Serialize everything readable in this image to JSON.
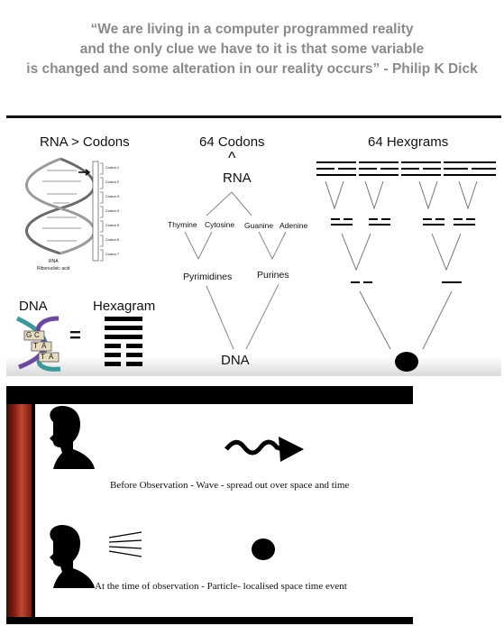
{
  "quote": {
    "line1": "“We are living in a computer programmed reality",
    "line2": "and the only clue we have to it is that some variable",
    "line3": "is changed and some alteration in our reality occurs” - Philip K Dick"
  },
  "panel1": {
    "rna_codons": "RNA > Codons",
    "codons64": "64 Codons",
    "hexgrams64": "64 Hexgrams",
    "arrow_up": "^",
    "rna": "RNA",
    "thymine": "Thymine",
    "cytosine": "Cytosine",
    "guanine": "Guanine",
    "adenine": "Adenine",
    "pyrimidines": "Pyrimidines",
    "purines": "Purines",
    "dna_bottom": "DNA",
    "dna_left": "DNA",
    "hexagram": "Hexagram",
    "equals": "=",
    "helix_caption1": "RNA",
    "helix_caption2": "Ribonucleic acid",
    "codon_labels": [
      "Codon 1",
      "Codon 2",
      "Codon 3",
      "Codon 4",
      "Codon 5",
      "Codon 6",
      "Codon 7"
    ],
    "dna_letters": [
      "G",
      "C",
      "T",
      "A",
      "T",
      "A"
    ]
  },
  "panel2": {
    "wave_caption": "Before Observation - Wave - spread out over space and time",
    "particle_caption": "At the time of observation - Particle- localised space time event"
  },
  "colors": {
    "quote_gray": "#8a8a8a",
    "frame_black": "#000000",
    "edge_red": "#8b1e14"
  }
}
